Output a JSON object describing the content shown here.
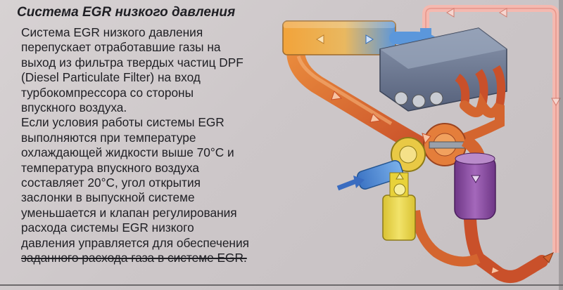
{
  "title": "Система EGR низкого давления",
  "paragraph1": [
    "Система EGR низкого давления",
    "перепускает отработавшие газы на",
    "выход из фильтра твердых частиц DPF",
    "(Diesel Particulate Filter) на вход",
    "турбокомпрессора со стороны",
    "впускного воздуха."
  ],
  "paragraph2": [
    "Если условия работы системы EGR",
    "выполняются при температуре",
    "охлаждающей жидкости выше 70°C и",
    "температура впускного воздуха",
    "составляет 20°C, угол открытия",
    "заслонки в выпускной системе",
    "уменьшается и клапан регулирования",
    "расхода системы EGR низкого",
    "давления управляется для обеспечения",
    "заданного расхода газа в системе EGR."
  ],
  "colors": {
    "hot_pipe": "#d4652f",
    "cool_pipe": "#4f8fd8",
    "cooler": "#f0a23c",
    "dpf": "#8a4aa0",
    "valve": "#e8d23a",
    "engine": "#6f7b92"
  }
}
